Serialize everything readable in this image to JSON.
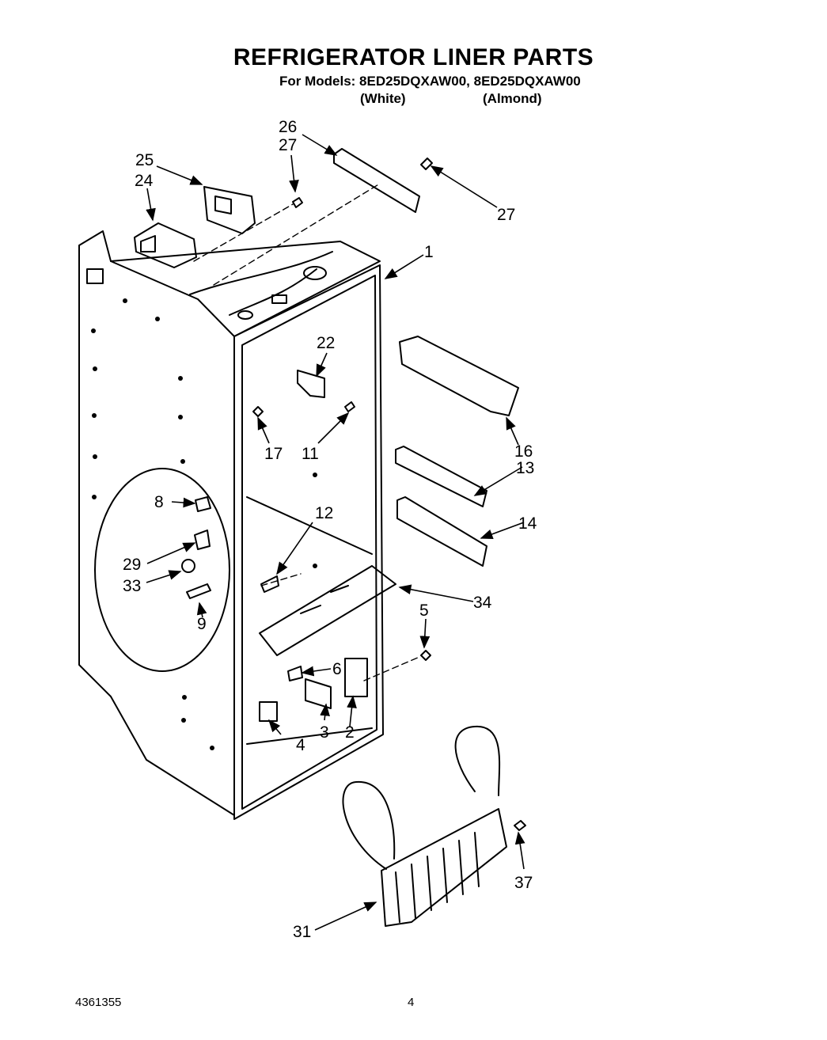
{
  "header": {
    "title": "REFRIGERATOR LINER PARTS",
    "models_line": "For Models: 8ED25DQXAW00, 8ED25DQXAW00",
    "variant_white": "(White)",
    "variant_almond": "(Almond)"
  },
  "callouts": {
    "c1": "1",
    "c2": "2",
    "c3": "3",
    "c4": "4",
    "c5": "5",
    "c6": "6",
    "c8": "8",
    "c9": "9",
    "c11": "11",
    "c12": "12",
    "c13": "13",
    "c14": "14",
    "c16": "16",
    "c17": "17",
    "c22": "22",
    "c24": "24",
    "c25": "25",
    "c26": "26",
    "c27a": "27",
    "c27b": "27",
    "c29": "29",
    "c31": "31",
    "c33": "33",
    "c34": "34",
    "c37": "37"
  },
  "footer": {
    "doc_number": "4361355",
    "page_number": "4"
  }
}
